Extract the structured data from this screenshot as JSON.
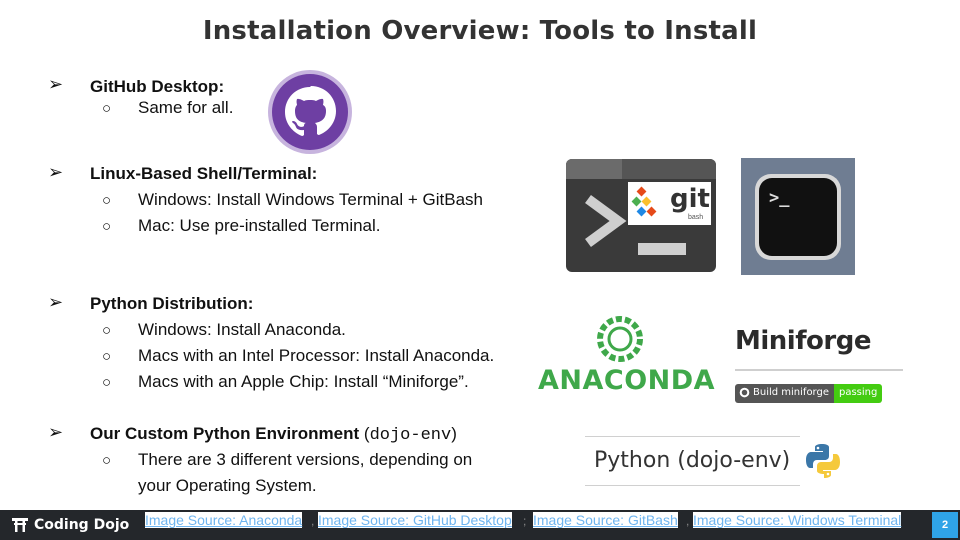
{
  "slide": {
    "title": "Installation Overview: Tools to Install",
    "page_number": "2"
  },
  "sections": [
    {
      "heading": "GitHub Desktop:",
      "items": [
        "Same for all."
      ]
    },
    {
      "heading": "Linux-Based Shell/Terminal:",
      "items": [
        "Windows: Install Windows Terminal + GitBash",
        "Mac: Use pre-installed  Terminal."
      ]
    },
    {
      "heading": "Python Distribution:",
      "items": [
        "Windows: Install Anaconda.",
        "Macs with an Intel Processor: Install Anaconda.",
        "Macs with an Apple Chip: Install “Miniforge”."
      ]
    },
    {
      "heading": "Our Custom Python Environment",
      "heading_open": " (",
      "heading_code": "dojo-env",
      "heading_close": ")",
      "items": [
        "There are 3 different versions, depending on",
        "your Operating System."
      ]
    }
  ],
  "bullet_glyph": "➢",
  "sub_bullet_glyph": "○",
  "images": {
    "git_label": "git",
    "git_sub": "bash",
    "mac_prompt": ">_",
    "anaconda": "ANACONDA",
    "anaconda_mark": ".",
    "miniforge": "Miniforge",
    "badge_left": "Build miniforge",
    "badge_right": "passing",
    "pyenv": "Python (dojo-env)"
  },
  "footer": {
    "brand": "Coding Dojo",
    "brand_icon": "torii-gate-icon",
    "sources": [
      "Image Source: Anaconda",
      "Image Source: GitHub Desktop",
      "Image Source: GitBash",
      "Image Source: Windows Terminal"
    ],
    "separators": [
      ",",
      ";",
      ","
    ]
  },
  "colors": {
    "footer_bg": "#24272b",
    "link": "#6fb5f0",
    "page_badge": "#2fa4e7",
    "anaconda_green": "#3fa84a",
    "github_purple": "#6e3fa3"
  }
}
